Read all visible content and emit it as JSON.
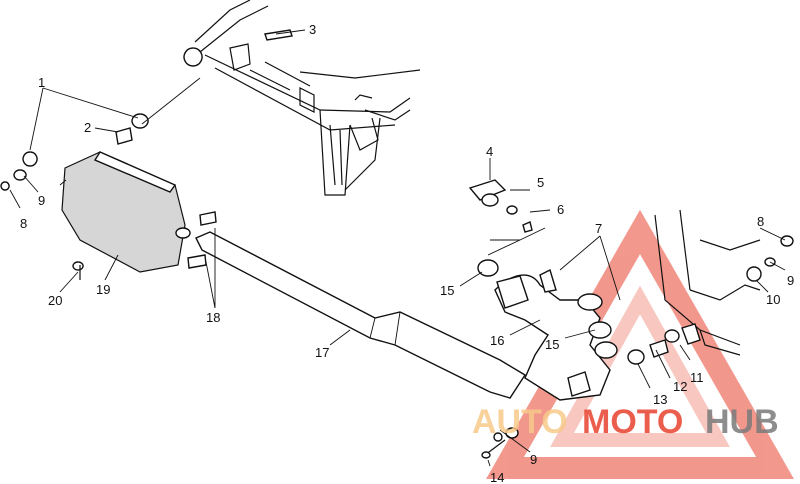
{
  "callouts": [
    {
      "id": "c1",
      "text": "1"
    },
    {
      "id": "c2",
      "text": "2"
    },
    {
      "id": "c3",
      "text": "3"
    },
    {
      "id": "c4",
      "text": "4"
    },
    {
      "id": "c5",
      "text": "5"
    },
    {
      "id": "c6",
      "text": "6"
    },
    {
      "id": "c7",
      "text": "7"
    },
    {
      "id": "c8a",
      "text": "8"
    },
    {
      "id": "c8b",
      "text": "8"
    },
    {
      "id": "c9a",
      "text": "9"
    },
    {
      "id": "c9b",
      "text": "9"
    },
    {
      "id": "c9c",
      "text": "9"
    },
    {
      "id": "c10",
      "text": "10"
    },
    {
      "id": "c11",
      "text": "11"
    },
    {
      "id": "c12",
      "text": "12"
    },
    {
      "id": "c13",
      "text": "13"
    },
    {
      "id": "c14",
      "text": "14"
    },
    {
      "id": "c15a",
      "text": "15"
    },
    {
      "id": "c15b",
      "text": "15"
    },
    {
      "id": "c16",
      "text": "16"
    },
    {
      "id": "c17",
      "text": "17"
    },
    {
      "id": "c18",
      "text": "18"
    },
    {
      "id": "c19",
      "text": "19"
    },
    {
      "id": "c20",
      "text": "20"
    }
  ],
  "watermark": {
    "part1": "AUTO",
    "part2": "MOTO",
    "part3": "HUB",
    "color_light": "#f7c98a",
    "color_red": "#e8432f",
    "color_dark": "#7a7a7a"
  }
}
